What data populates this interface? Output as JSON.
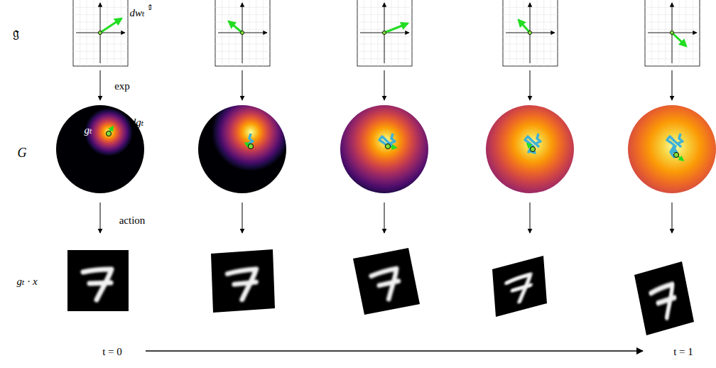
{
  "diagram": {
    "labels": [
      "𝔤",
      "dwₜ",
      "𝔤",
      "exp",
      "G",
      "gₜ",
      "dgₜ",
      "action",
      "gₜ · x",
      "t = 0",
      "t = 1"
    ]
  }
}
